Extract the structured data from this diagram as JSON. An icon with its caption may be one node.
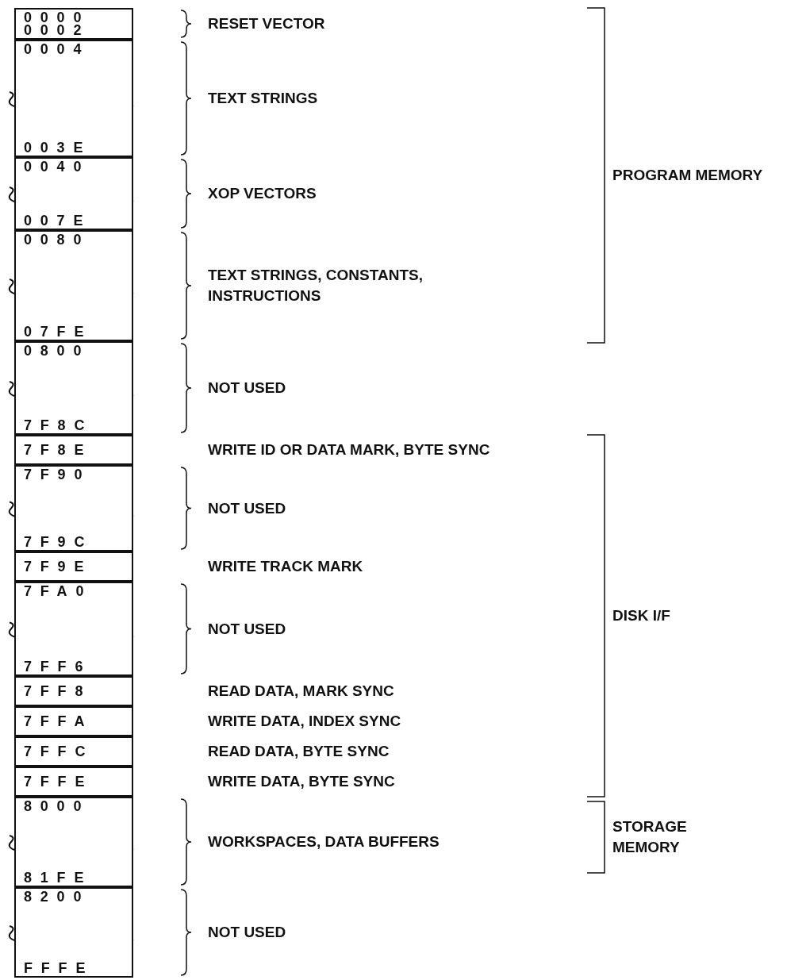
{
  "diagram": {
    "nodes": [
      {
        "text": [
          "0000",
          "0002"
        ]
      },
      {
        "text": [
          "0004",
          "003E"
        ]
      },
      {
        "text": [
          "0040",
          "007E"
        ]
      },
      {
        "text": [
          "0080",
          "07FE"
        ]
      },
      {
        "text": [
          "0800",
          "7F8C"
        ]
      },
      {
        "text": [
          "7F8E"
        ]
      },
      {
        "text": [
          "7F90",
          "7F9C"
        ]
      },
      {
        "text": [
          "7F9E"
        ]
      },
      {
        "text": [
          "7FA0",
          "7FF6"
        ]
      },
      {
        "text": [
          "7FF8"
        ]
      },
      {
        "text": [
          "7FFA"
        ]
      },
      {
        "text": [
          "7FFC"
        ]
      },
      {
        "text": [
          "7FFE"
        ]
      },
      {
        "text": [
          "8000",
          "81FE"
        ]
      },
      {
        "text": [
          "8200",
          "FFFE"
        ]
      }
    ],
    "edges": [],
    "labels": [
      "RESET VECTOR",
      "TEXT STRINGS",
      "PROGRAM MEMORY",
      "XOP VECTORS",
      "TEXT STRINGS, CONSTANTS, INSTRUCTIONS",
      "NOT USED",
      "WRITE ID OR DATA MARK, BYTE SYNC",
      "NOT USED",
      "WRITE TRACK MARK",
      "DISK I/F",
      "NOT USED",
      "READ DATA, MARK SYNC",
      "WRITE DATA, INDEX SYNC",
      "READ DATA, BYTE SYNC",
      "WRITE DATA, BYTE SYNC",
      "WORKSPACES, DATA BUFFERS",
      "STORAGE MEMORY",
      "NOT USED"
    ]
  }
}
